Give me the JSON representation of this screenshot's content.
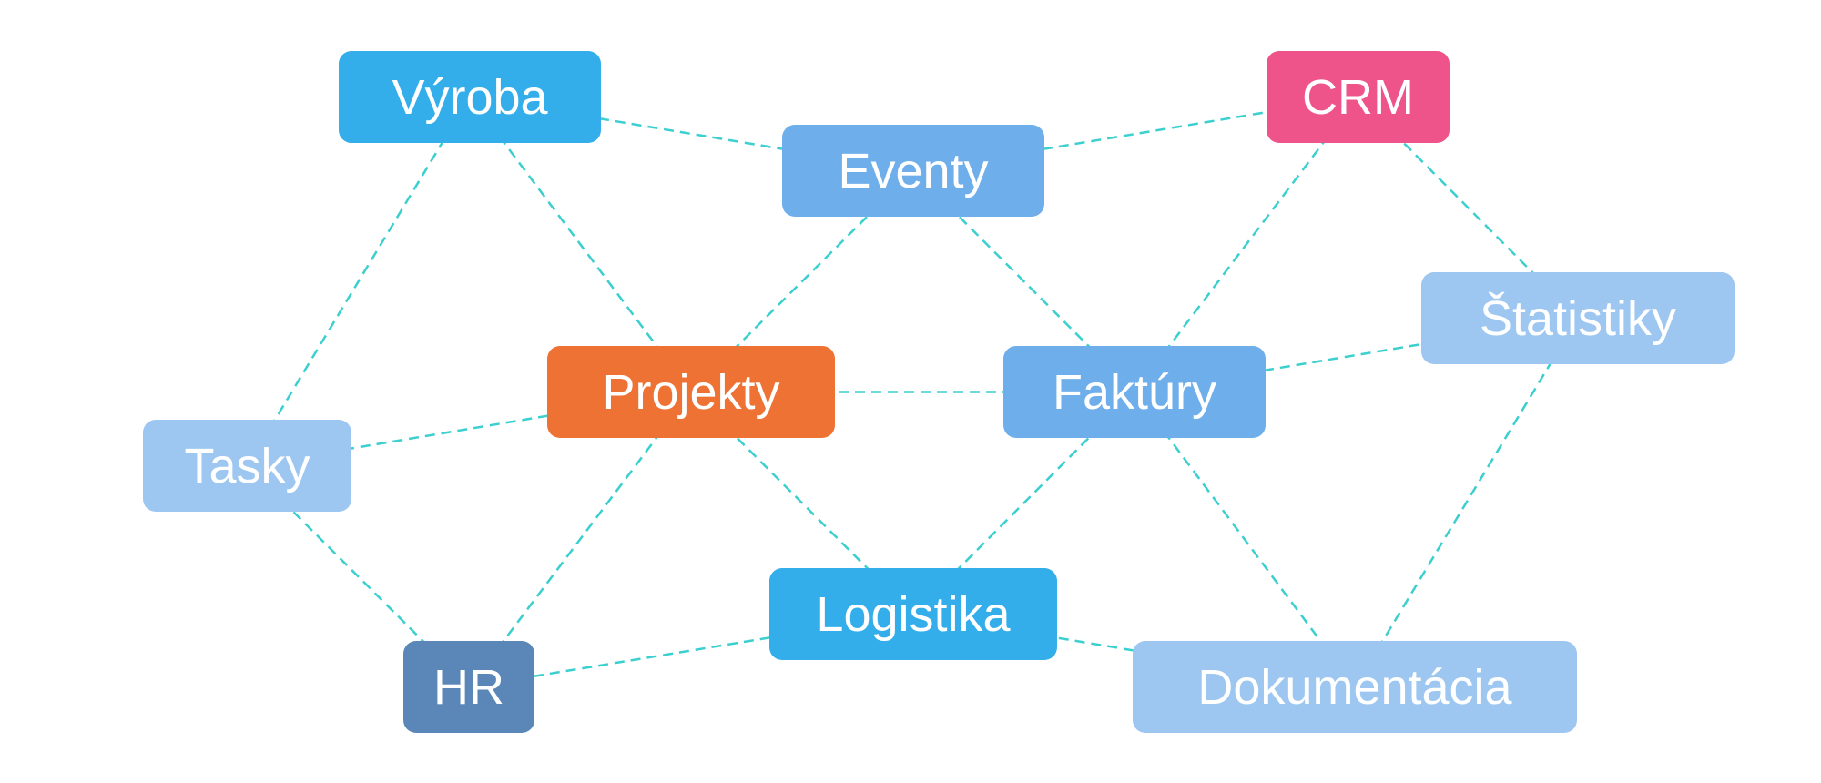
{
  "diagram": {
    "edge_color": "#3ccfcf",
    "nodes": [
      {
        "id": "vyroba",
        "label": "Výroba",
        "color": "#33aeeb"
      },
      {
        "id": "eventy",
        "label": "Eventy",
        "color": "#6eaeea"
      },
      {
        "id": "crm",
        "label": "CRM",
        "color": "#ee5489"
      },
      {
        "id": "statistiky",
        "label": "Štatistiky",
        "color": "#9dc7f0"
      },
      {
        "id": "projekty",
        "label": "Projekty",
        "color": "#ed7234"
      },
      {
        "id": "faktury",
        "label": "Faktúry",
        "color": "#6eaeea"
      },
      {
        "id": "tasky",
        "label": "Tasky",
        "color": "#9dc7f0"
      },
      {
        "id": "logistika",
        "label": "Logistika",
        "color": "#33aeeb"
      },
      {
        "id": "hr",
        "label": "HR",
        "color": "#5b86b8"
      },
      {
        "id": "dokumentacia",
        "label": "Dokumentácia",
        "color": "#9dc7f0"
      }
    ],
    "edges": [
      [
        "vyroba",
        "eventy"
      ],
      [
        "eventy",
        "crm"
      ],
      [
        "vyroba",
        "tasky"
      ],
      [
        "vyroba",
        "projekty"
      ],
      [
        "eventy",
        "projekty"
      ],
      [
        "eventy",
        "faktury"
      ],
      [
        "crm",
        "faktury"
      ],
      [
        "crm",
        "statistiky"
      ],
      [
        "tasky",
        "projekty"
      ],
      [
        "projekty",
        "faktury"
      ],
      [
        "faktury",
        "statistiky"
      ],
      [
        "tasky",
        "hr"
      ],
      [
        "projekty",
        "hr"
      ],
      [
        "projekty",
        "logistika"
      ],
      [
        "faktury",
        "logistika"
      ],
      [
        "faktury",
        "dokumentacia"
      ],
      [
        "statistiky",
        "dokumentacia"
      ],
      [
        "hr",
        "logistika"
      ],
      [
        "logistika",
        "dokumentacia"
      ]
    ]
  }
}
